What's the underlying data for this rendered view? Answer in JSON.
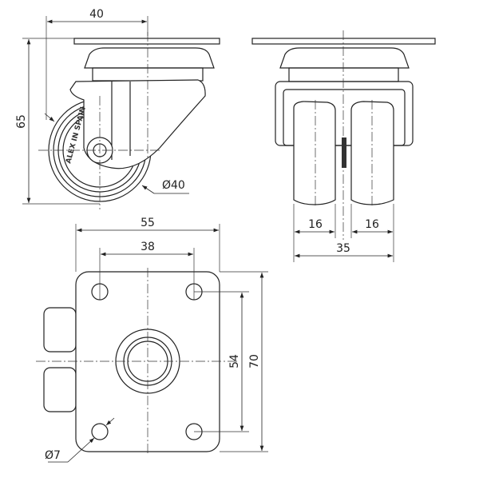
{
  "dimensions": {
    "side_width": "40",
    "side_height": "65",
    "wheel_diameter": "Ø40",
    "front_wheel_left": "16",
    "front_wheel_right": "16",
    "front_total": "35",
    "plate_width": "55",
    "hole_spacing_x": "38",
    "hole_spacing_y": "54",
    "plate_height": "70",
    "hole_diameter": "Ø7"
  },
  "wheel_embossing": "ALEX IN SPAIN",
  "colors": {
    "line": "#222222",
    "background": "#ffffff"
  }
}
